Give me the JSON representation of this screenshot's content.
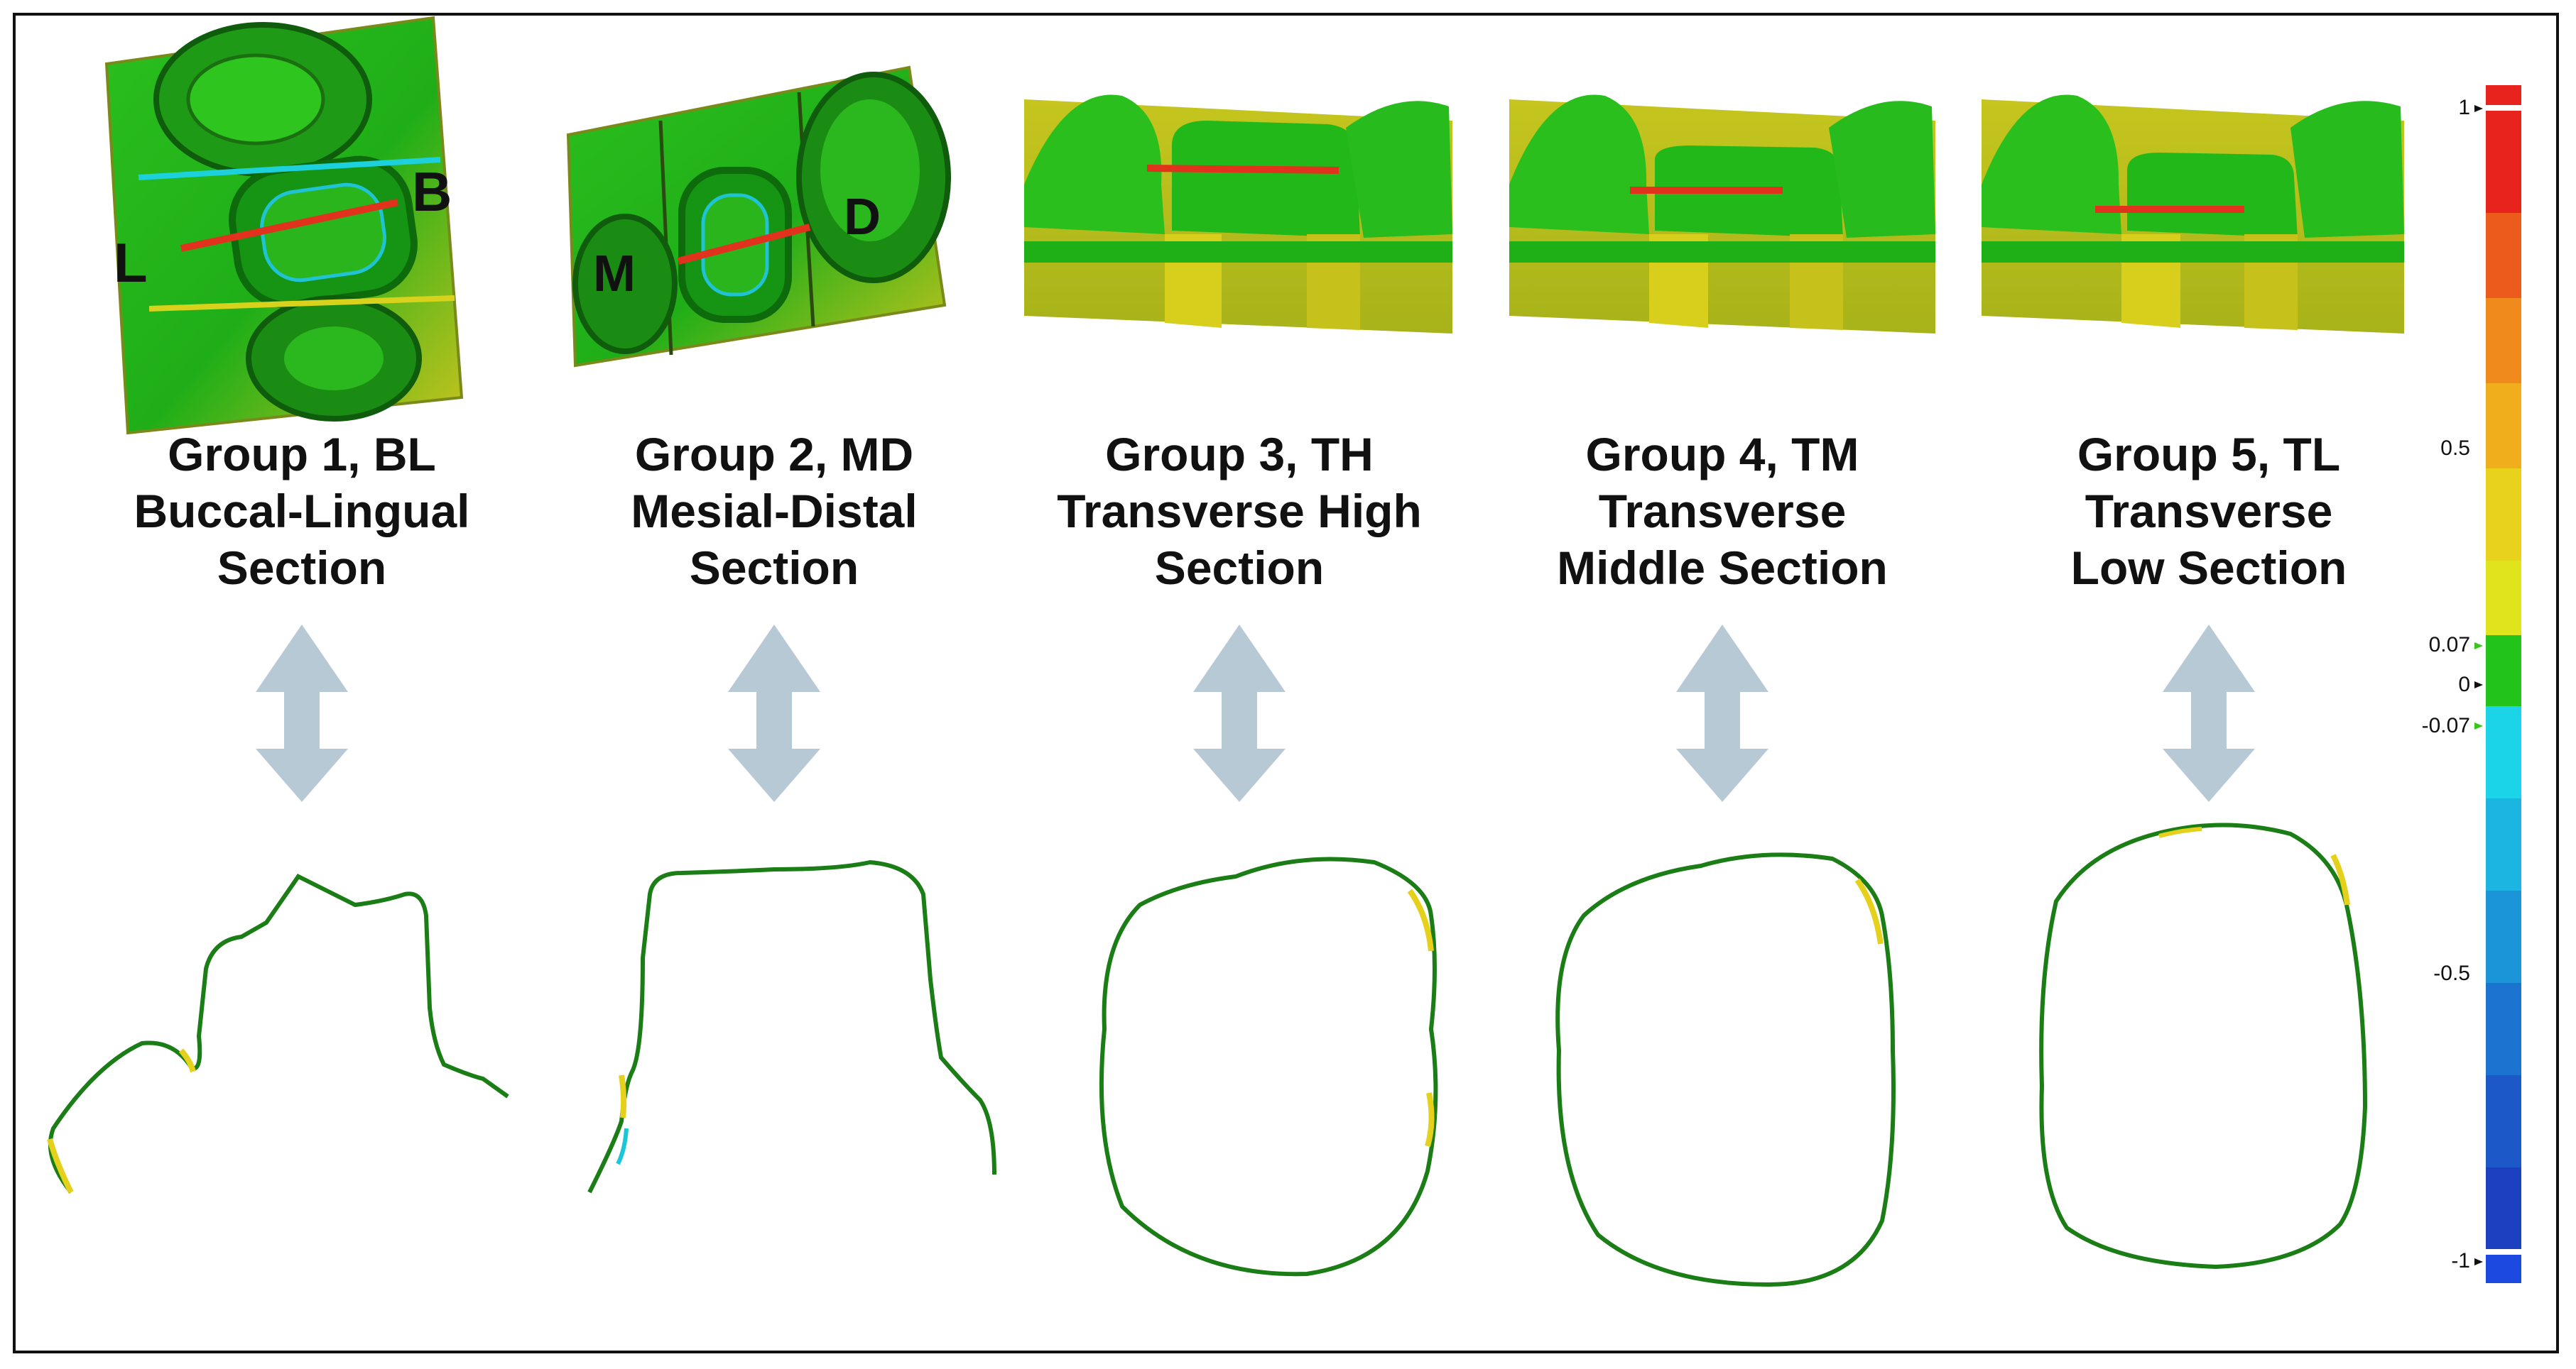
{
  "groups": [
    {
      "title_line1": "Group 1, BL",
      "title_line2": "Buccal-Lingual",
      "title_line3": "Section",
      "thumb_label_left": "L",
      "thumb_label_right": "B"
    },
    {
      "title_line1": "Group 2, MD",
      "title_line2": "Mesial-Distal",
      "title_line3": "Section",
      "thumb_label_left": "M",
      "thumb_label_right": "D"
    },
    {
      "title_line1": "Group 3, TH",
      "title_line2": "Transverse High",
      "title_line3": "Section"
    },
    {
      "title_line1": "Group 4, TM",
      "title_line2": "Transverse",
      "title_line3": "Middle Section"
    },
    {
      "title_line1": "Group 5, TL",
      "title_line2": "Transverse",
      "title_line3": "Low Section"
    }
  ],
  "color_scale": {
    "ticks": [
      "1",
      "0.5",
      "0.07",
      "0",
      "-0.07",
      "-0.5",
      "-1"
    ],
    "tick_values": [
      1,
      0.5,
      0.07,
      0,
      -0.07,
      -0.5,
      -1
    ],
    "colors": {
      "red": "#e8221c",
      "orange": "#f08a1c",
      "yellow": "#e8d21c",
      "green": "#22c41c",
      "cyan": "#1cd4e8",
      "blue": "#1c4ae0",
      "arrow": "#b8c9d6"
    }
  }
}
